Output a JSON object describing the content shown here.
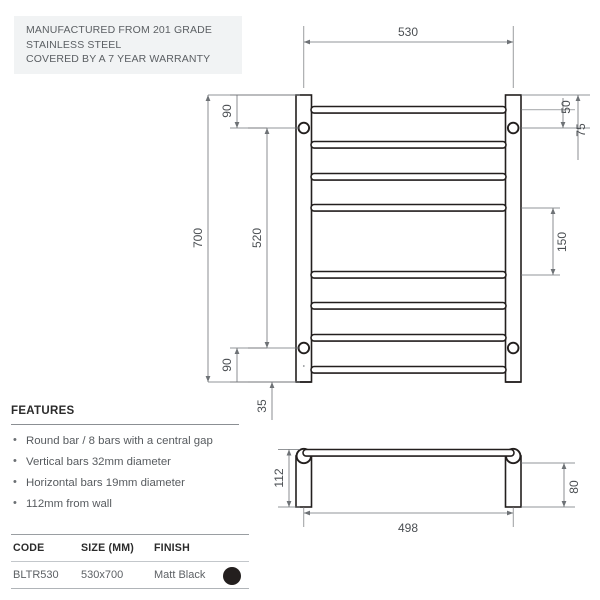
{
  "note": {
    "lines": [
      "MANUFACTURED FROM 201 GRADE",
      "STAINLESS STEEL",
      "COVERED BY A 7 YEAR WARRANTY"
    ],
    "background_color": "#f1f3f4",
    "text_color": "#5b5f63"
  },
  "features": {
    "title": "FEATURES",
    "items": [
      "Round bar / 8 bars with a central gap",
      "Vertical bars 32mm diameter",
      "Horizontal bars 19mm diameter",
      "112mm from wall"
    ]
  },
  "spec_table": {
    "headers": {
      "code": "CODE",
      "size": "SIZE (MM)",
      "finish": "FINISH"
    },
    "rows": [
      {
        "code": "BLTR530",
        "size": "530x700",
        "finish": "Matt Black",
        "swatch_color": "#231f1e"
      }
    ]
  },
  "drawing": {
    "line_color": "#231f1e",
    "dimension_color": "#4a4e52",
    "front_view": {
      "dimensions": {
        "overall_width": "530",
        "overall_height": "700",
        "mount_spacing_vertical": "520",
        "top_offset": "90",
        "bottom_offset": "90",
        "foot_projection": "35",
        "top_bar_to_mount": "50",
        "top_edge_to_mount": "75",
        "central_gap": "150"
      },
      "bar_count": 8,
      "central_gap_present": true
    },
    "side_view": {
      "dimensions": {
        "width": "498",
        "wall_offset": "112",
        "bracket_depth": "80"
      }
    }
  }
}
